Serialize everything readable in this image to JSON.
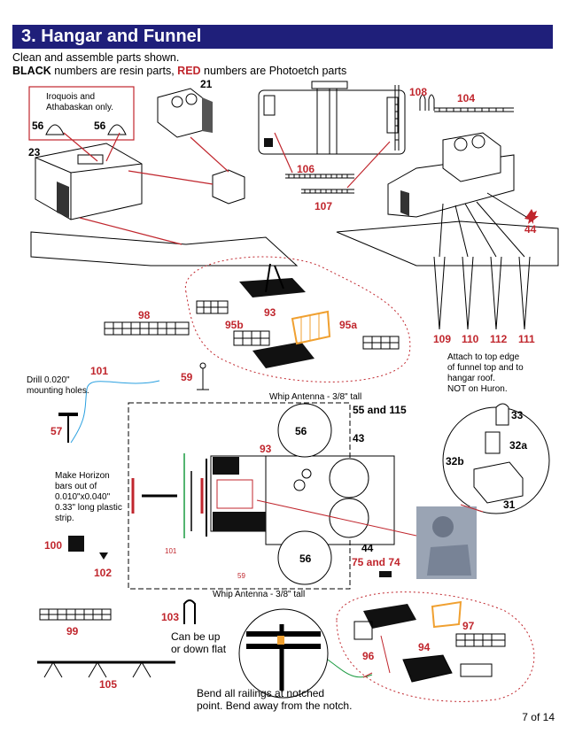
{
  "header": {
    "title": "3. Hangar and Funnel"
  },
  "intro": {
    "line1": "Clean and assemble parts shown.",
    "black_word": "BLACK",
    "black_rest": " numbers are resin parts, ",
    "red_word": "RED",
    "red_rest": " numbers are Photoetch parts"
  },
  "notes": {
    "iroquois": "Iroquois and",
    "athabaskan": "Athabaskan only.",
    "drill_1": "Drill 0.020\"",
    "drill_2": "mounting holes.",
    "horizon_1": "Make Horizon",
    "horizon_2": "bars out of",
    "horizon_3": "0.010\"x0.040\"",
    "horizon_4": "0.33\" long plastic",
    "horizon_5": "strip.",
    "attach_1": "Attach to top edge",
    "attach_2": "of funnel top and to",
    "attach_3": "hangar roof.",
    "attach_4": "NOT on Huron.",
    "whip_top": "Whip Antenna - 3/8\" tall",
    "whip_bottom": "Whip Antenna - 3/8\" tall",
    "can_be_1": "Can be up",
    "can_be_2": "or down flat",
    "bend_1": "Bend all railings at notched",
    "bend_2": "point. Bend away from the notch."
  },
  "labels": {
    "p21": "21",
    "p23": "23",
    "p56a": "56",
    "p56b": "56",
    "p108": "108",
    "p104": "104",
    "p106": "106",
    "p107": "107",
    "p44a": "44",
    "p109": "109",
    "p110": "110",
    "p112": "112",
    "p111": "111",
    "p93a": "93",
    "p95b": "95b",
    "p95a": "95a",
    "p98": "98",
    "p101": "101",
    "p59": "59",
    "p57": "57",
    "p55_115": "55 and 115",
    "p56c": "56",
    "p43": "43",
    "p93b": "93",
    "p33": "33",
    "p32a": "32a",
    "p32b": "32b",
    "p31": "31",
    "p100": "100",
    "p102": "102",
    "p44b": "44",
    "p75_74": "75 and 74",
    "p56d": "56",
    "p99": "99",
    "p103": "103",
    "p96": "96",
    "p94": "94",
    "p97": "97",
    "p105": "105",
    "p101_small": "101",
    "p59_small": "59"
  },
  "footer": {
    "page": "7 of 14"
  },
  "colors": {
    "header_bg": "#1f1f7a",
    "red": "#c0262d",
    "orange": "#f0a030",
    "green": "#1a9a40",
    "blue": "#2aa0e0"
  }
}
